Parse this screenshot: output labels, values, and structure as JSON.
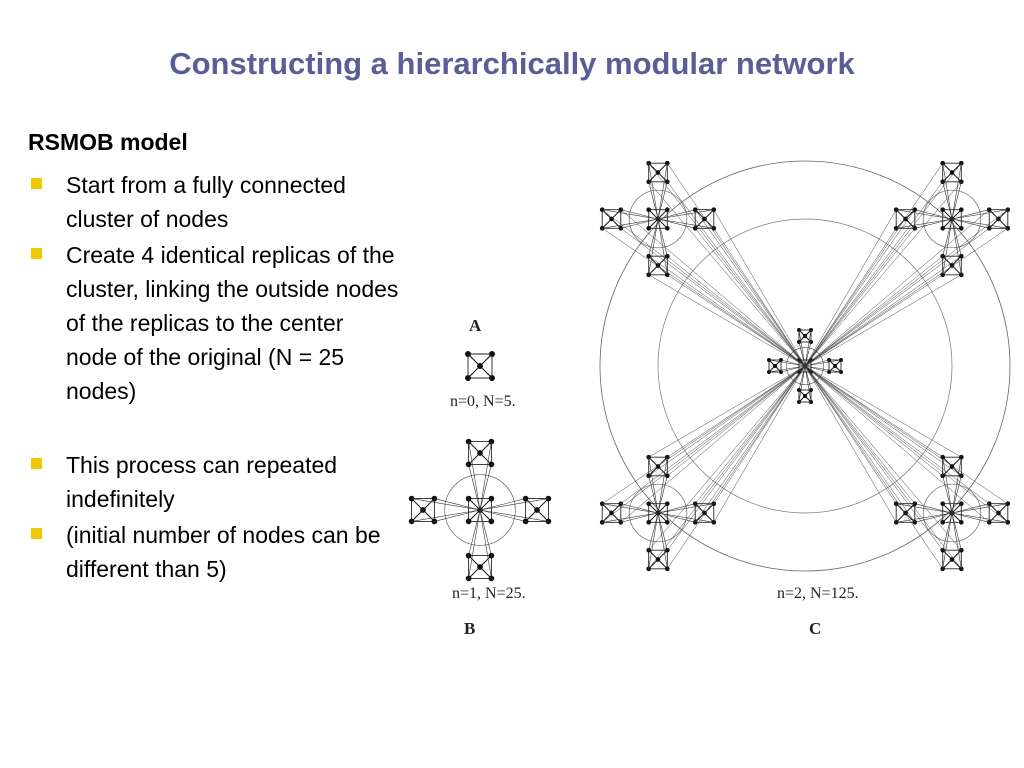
{
  "slide": {
    "title": "Constructing a hierarchically modular network",
    "title_color": "#5a5e96",
    "accent_color": "#f0c800"
  },
  "content": {
    "heading": "RSMOB model",
    "bullets": [
      "Start from a fully connected cluster of nodes",
      "Create 4 identical replicas of the cluster, linking the outside nodes of the replicas to the center node of the original (N = 25 nodes)",
      "This process can repeated indefinitely",
      "(initial number of nodes can be different than 5)"
    ]
  },
  "figure": {
    "panels": [
      {
        "letter": "A",
        "caption": "n=0, N=5."
      },
      {
        "letter": "B",
        "caption": "n=1, N=25."
      },
      {
        "letter": "C",
        "caption": "n=2, N=125."
      }
    ]
  }
}
